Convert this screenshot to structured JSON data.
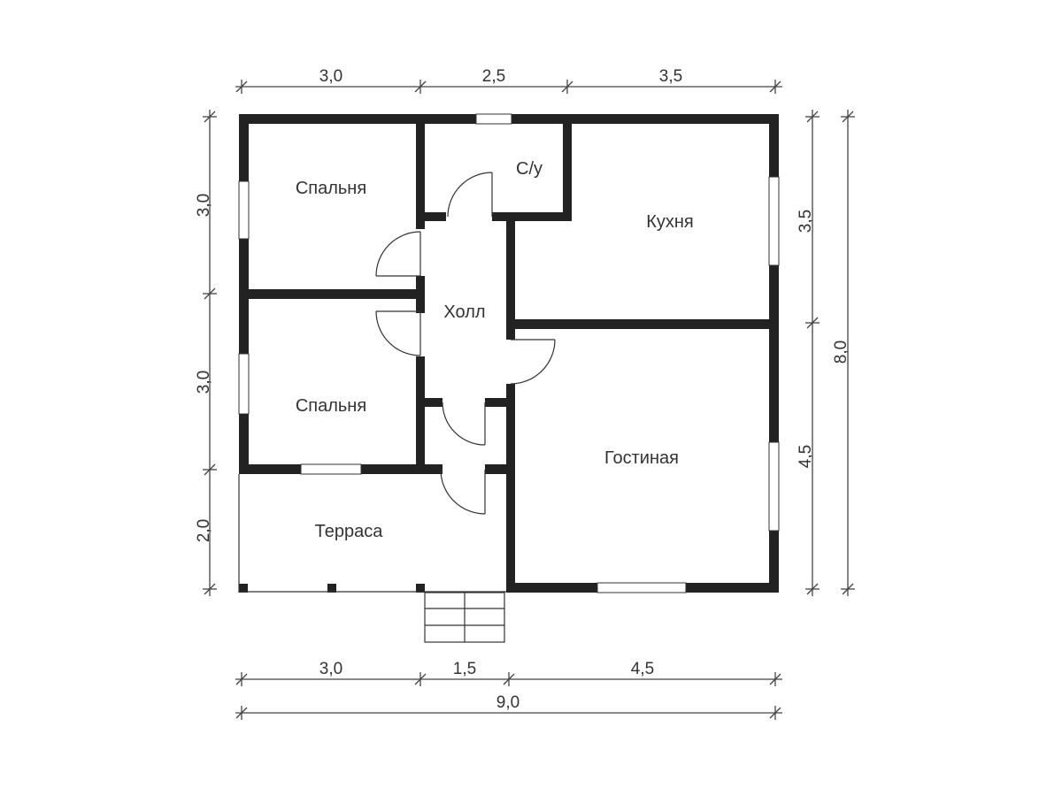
{
  "rooms": {
    "bedroom_top": "Спальня",
    "bathroom": "С/у",
    "kitchen": "Кухня",
    "hall": "Холл",
    "bedroom_bottom": "Спальня",
    "living_room": "Гостиная",
    "terrace": "Терраса"
  },
  "dimensions": {
    "top": [
      "3,0",
      "2,5",
      "3,5"
    ],
    "left": [
      "3,0",
      "3,0",
      "2,0"
    ],
    "right": [
      "3,5",
      "4,5"
    ],
    "right_total": "8,0",
    "bottom": [
      "3,0",
      "1,5",
      "4,5"
    ],
    "bottom_total": "9,0"
  }
}
